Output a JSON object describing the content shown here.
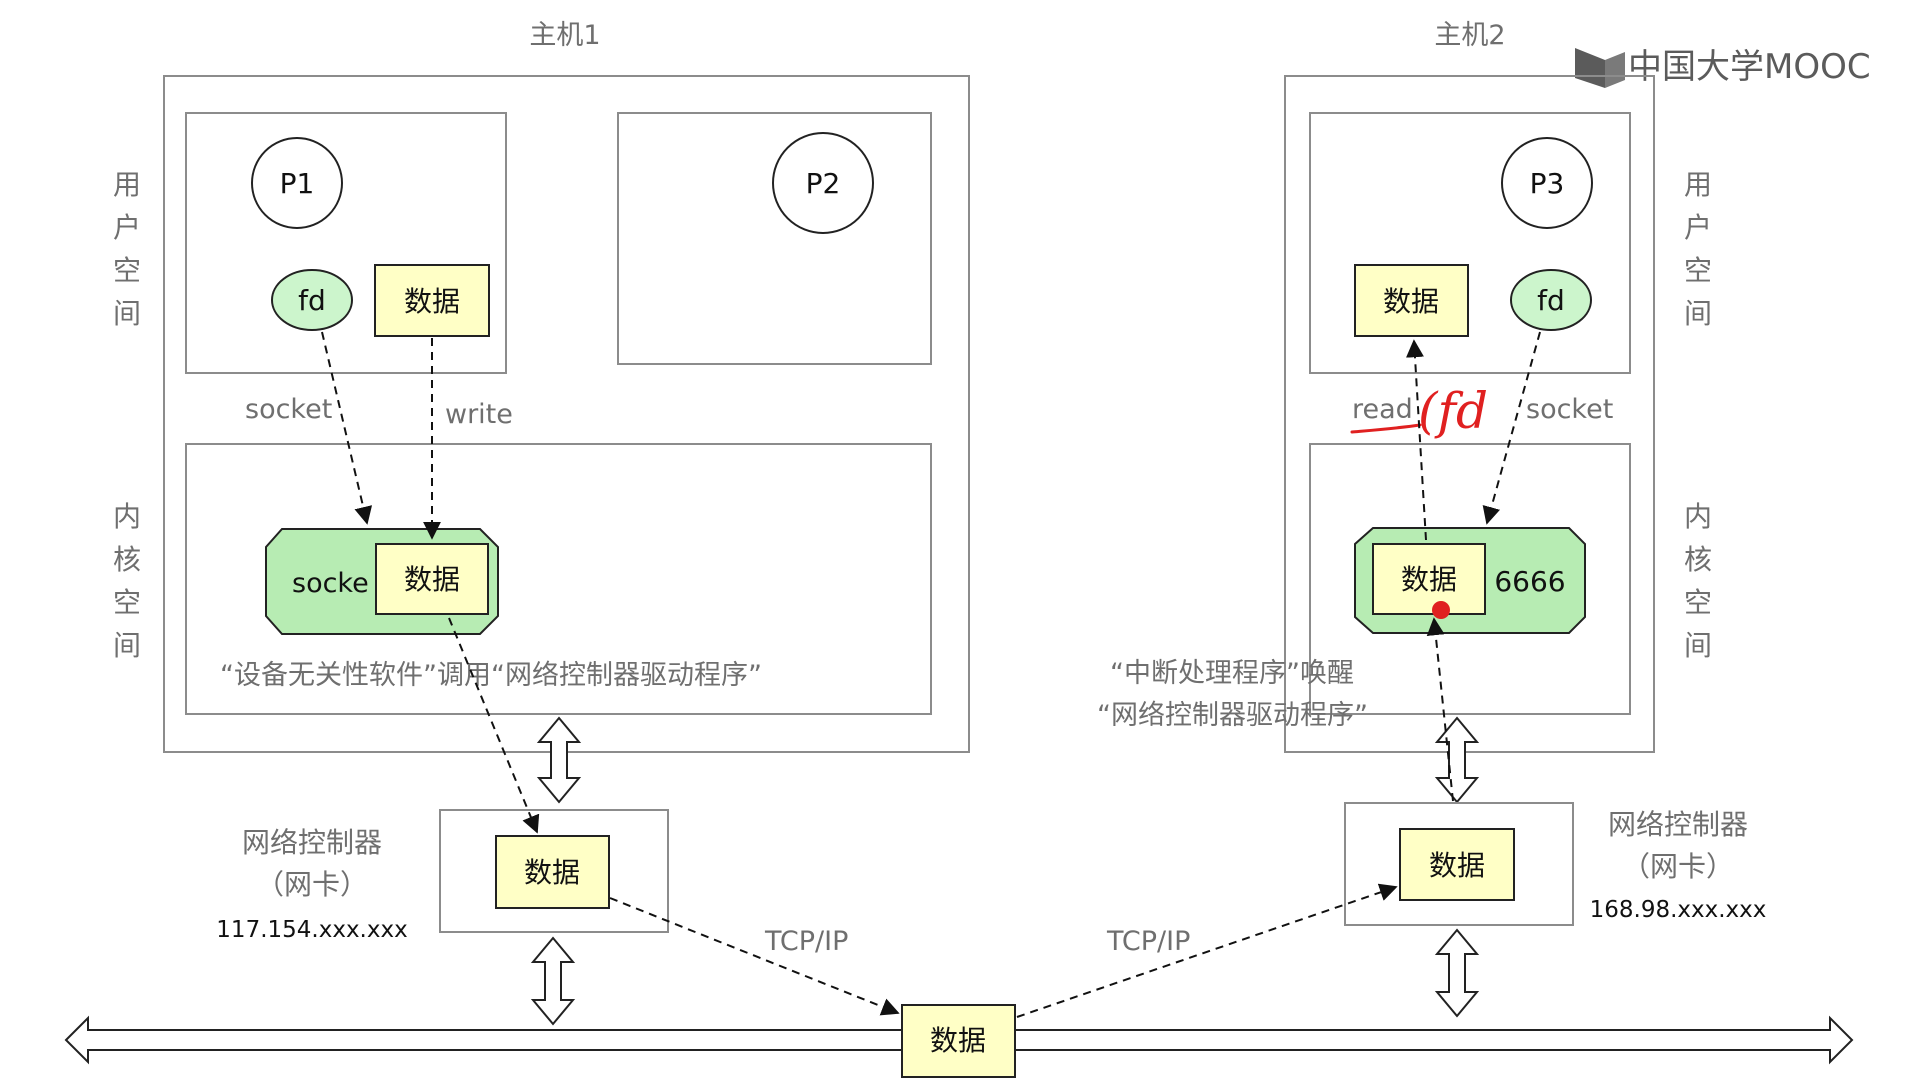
{
  "watermark": {
    "logo_icon": "book-icon",
    "text": "中国大学MOOC"
  },
  "host1": {
    "title": "主机1",
    "user_space_label": "用户空间",
    "kernel_space_label": "内核空间",
    "process_p1": "P1",
    "process_p2": "P2",
    "fd_label": "fd",
    "user_data_label": "数据",
    "socket_call_label": "socket",
    "write_call_label": "write",
    "kernel_socket_label": "socke",
    "kernel_data_label": "数据",
    "kernel_note": "“设备无关性软件”调用“网络控制器驱动程序”",
    "nic_title_line1": "网络控制器",
    "nic_title_line2": "（网卡）",
    "nic_ip": "117.154.xxx.xxx",
    "nic_data_label": "数据"
  },
  "host2": {
    "title": "主机2",
    "user_space_label": "用户空间",
    "kernel_space_label": "内核空间",
    "process_p3": "P3",
    "fd_label": "fd",
    "user_data_label": "数据",
    "read_call_label": "read",
    "handwritten_annotation": "(fd",
    "socket_call_label": "socket",
    "kernel_data_label": "数据",
    "kernel_port_label": "6666",
    "interrupt_note_line1": "“中断处理程序”唤醒",
    "interrupt_note_line2": "“网络控制器驱动程序”",
    "nic_title_line1": "网络控制器",
    "nic_title_line2": "（网卡）",
    "nic_ip": "168.98.xxx.xxx",
    "nic_data_label": "数据"
  },
  "network": {
    "data_label": "数据",
    "tcpip_left": "TCP/IP",
    "tcpip_right": "TCP/IP"
  },
  "colors": {
    "fd_fill": "#ccf5cc",
    "data_fill": "#ffffc6",
    "socket_fill": "#b7ecb3",
    "annotation_red": "#e02020"
  }
}
